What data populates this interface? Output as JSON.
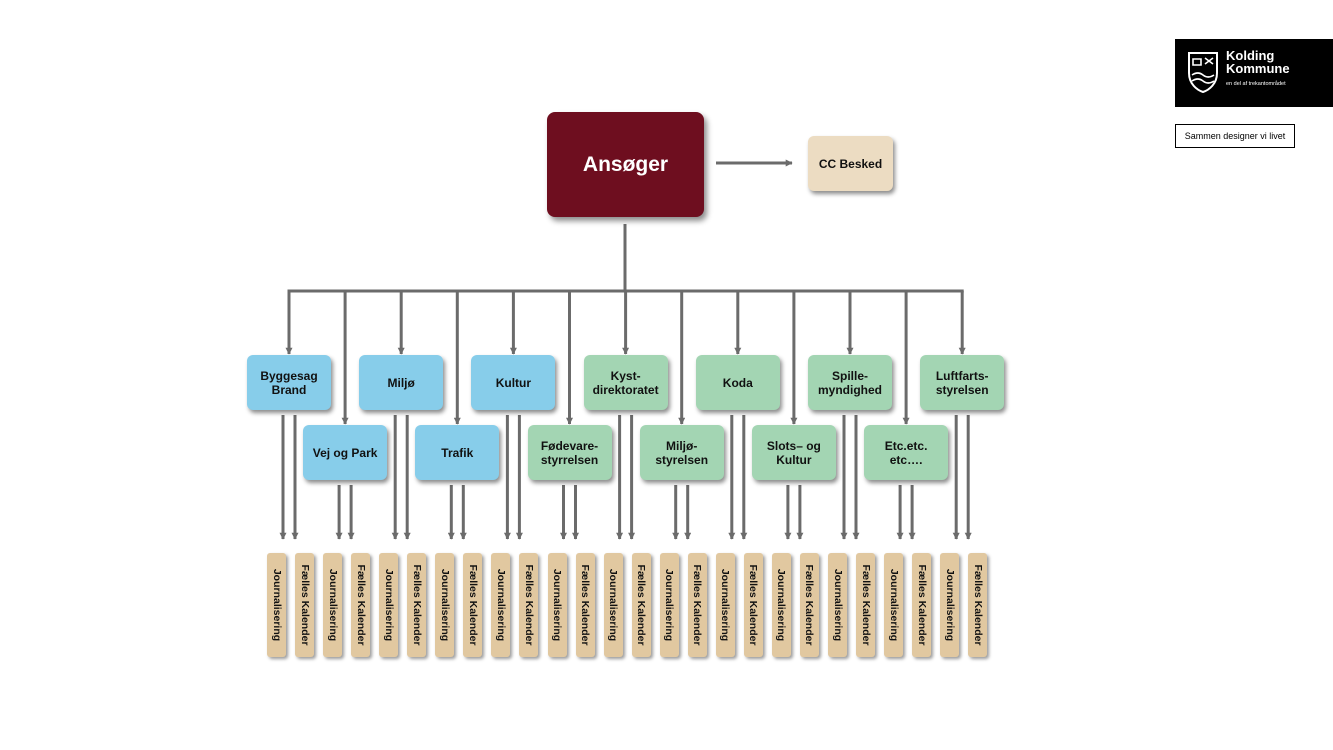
{
  "root": {
    "label": "Ansøger"
  },
  "cc": {
    "label": "CC Besked"
  },
  "departments": [
    {
      "label": "Byggesag\nBrand",
      "color": "blue"
    },
    {
      "label": "Vej og Park",
      "color": "blue"
    },
    {
      "label": "Miljø",
      "color": "blue"
    },
    {
      "label": "Trafik",
      "color": "blue"
    },
    {
      "label": "Kultur",
      "color": "blue"
    },
    {
      "label": "Fødevare-\nstyrrelsen",
      "color": "green"
    },
    {
      "label": "Kyst-\ndirektoratet",
      "color": "green"
    },
    {
      "label": "Miljø-\nstyrelsen",
      "color": "green"
    },
    {
      "label": "Koda",
      "color": "green"
    },
    {
      "label": "Slots– og\nKultur",
      "color": "green"
    },
    {
      "label": "Spille-\nmyndighed",
      "color": "green"
    },
    {
      "label": "Etc.etc.\netc….",
      "color": "green"
    },
    {
      "label": "Luftfarts-\nstyrelsen",
      "color": "green"
    }
  ],
  "tags": {
    "journal": "Journalisering",
    "calendar": "Fælles Kalender"
  },
  "logo": {
    "name": "Kolding\nKommune",
    "tagline": "en del af trekantområdet"
  },
  "slogan": "Sammen designer vi livet",
  "colors": {
    "root": "#6e0e1f",
    "cc": "#ecdcc2",
    "blue": "#87cdea",
    "green": "#a3d5b3",
    "tag": "#e1c8a0",
    "connector": "#6b6b6b"
  }
}
